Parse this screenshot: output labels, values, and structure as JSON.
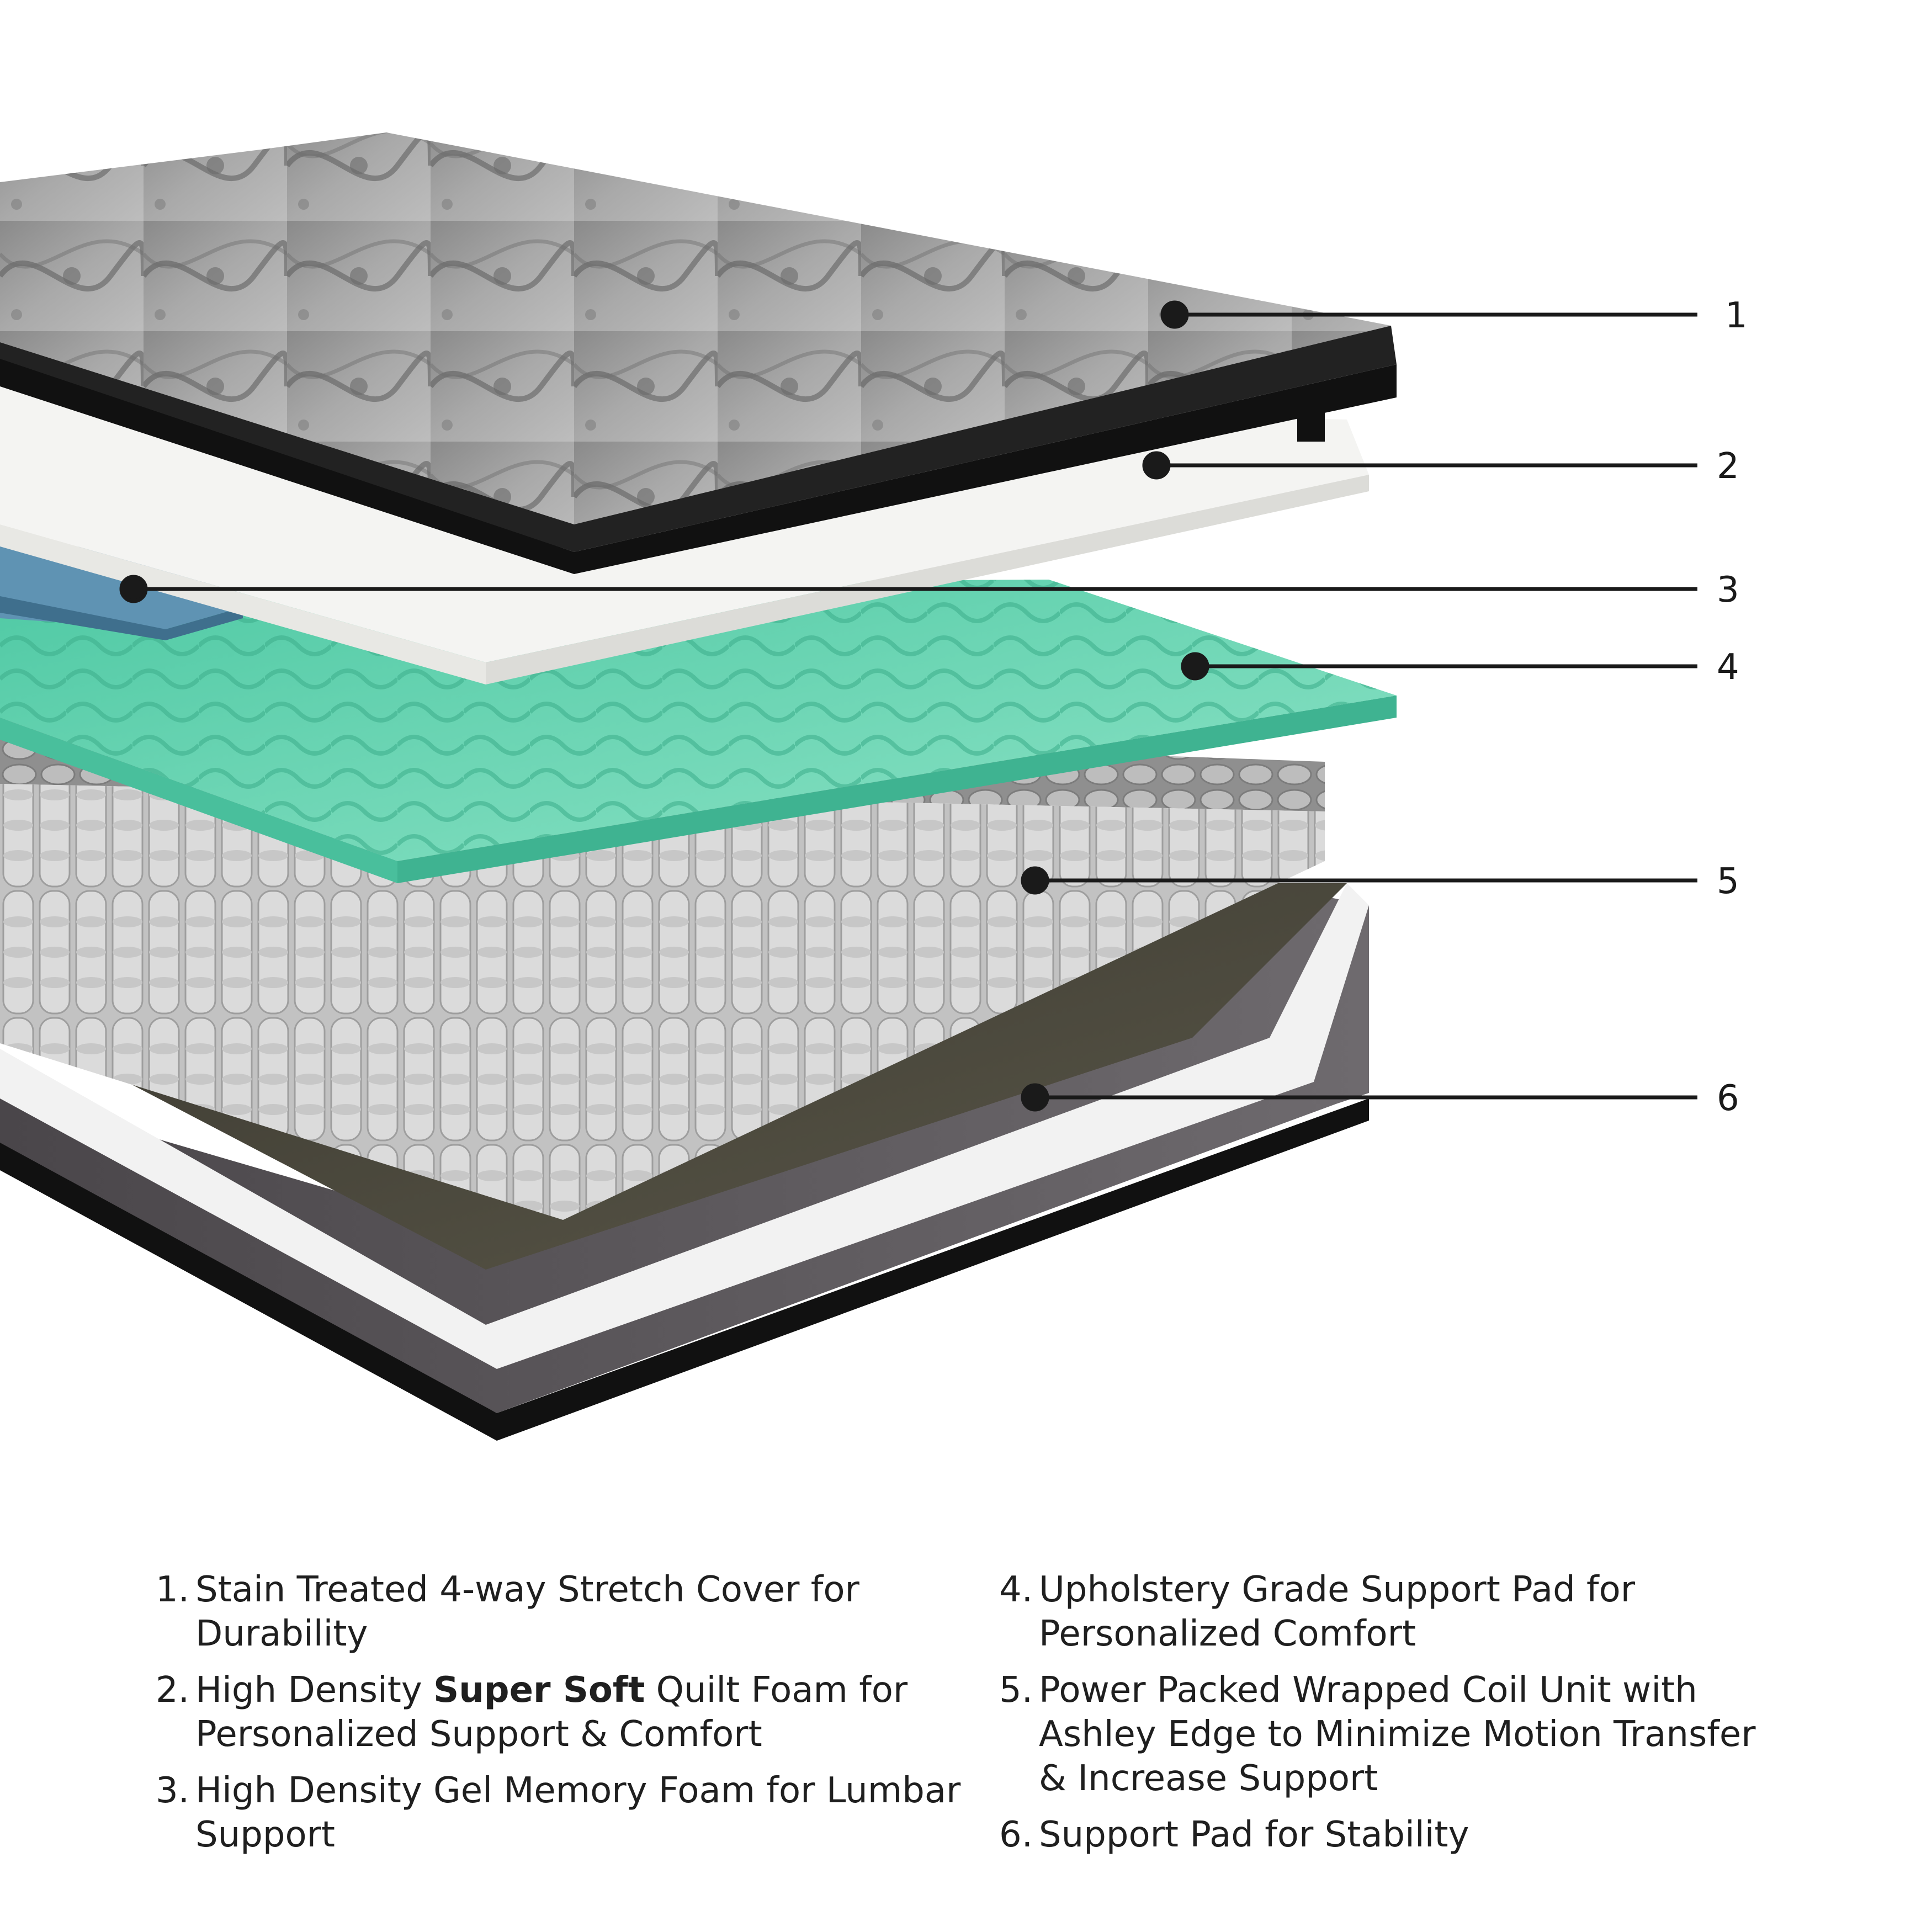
{
  "callouts": [
    {
      "number": "1"
    },
    {
      "number": "2"
    },
    {
      "number": "3"
    },
    {
      "number": "4"
    },
    {
      "number": "5"
    },
    {
      "number": "6"
    }
  ],
  "legend": {
    "items": [
      {
        "number": "1.",
        "text": "Stain Treated 4-way Stretch Cover for Durability"
      },
      {
        "number": "2.",
        "pre": "High Density ",
        "bold": "Super Soft",
        "post": " Quilt Foam for Personalized Support & Comfort"
      },
      {
        "number": "3.",
        "text": "High Density Gel Memory Foam for Lumbar Support"
      },
      {
        "number": "4.",
        "text": "Upholstery Grade Support Pad for Personalized Comfort"
      },
      {
        "number": "5.",
        "text": "Power Packed Wrapped Coil Unit with Ashley Edge to Minimize Motion Transfer & Increase Support"
      },
      {
        "number": "6.",
        "text": "Support Pad for Stability"
      }
    ]
  },
  "colors": {
    "cover": "#9c9c9c",
    "quilt_foam": "#f4f4f2",
    "gel_foam": "#5f93b3",
    "support_pad": "#68d8b4",
    "coils": "#d9d9d9",
    "base": "#5c585c",
    "leader": "#1a1a1a"
  }
}
